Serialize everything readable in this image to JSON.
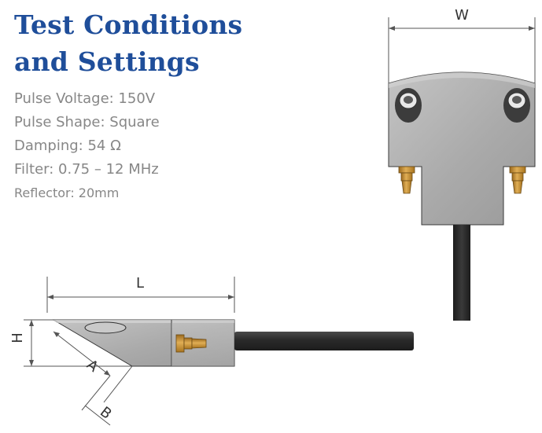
{
  "title": {
    "line1": "Test Conditions",
    "line2": "and Settings"
  },
  "specs": [
    "Pulse Voltage: 150V",
    "Pulse Shape: Square",
    "Damping: 54 Ω",
    "Filter: 0.75 – 12 MHz",
    "Reflector: 20mm"
  ],
  "dimensions": {
    "width": "W",
    "length": "L",
    "height": "H",
    "a": "A",
    "b": "B"
  },
  "colors": {
    "title": "#1f4e9a",
    "spec_text": "#878787",
    "body_gray": "#b2b2b2",
    "cable": "#2b2b2b",
    "connector": "#c8912e"
  }
}
